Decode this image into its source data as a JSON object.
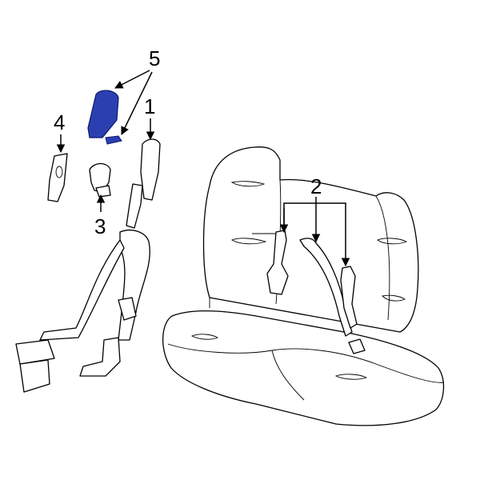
{
  "diagram": {
    "callouts": [
      {
        "id": "1",
        "label": "1"
      },
      {
        "id": "2",
        "label": "2"
      },
      {
        "id": "3",
        "label": "3"
      },
      {
        "id": "4",
        "label": "4"
      },
      {
        "id": "5",
        "label": "5"
      }
    ],
    "colors": {
      "highlight": "#2b3fb0",
      "line": "#000000",
      "background": "#ffffff"
    }
  }
}
